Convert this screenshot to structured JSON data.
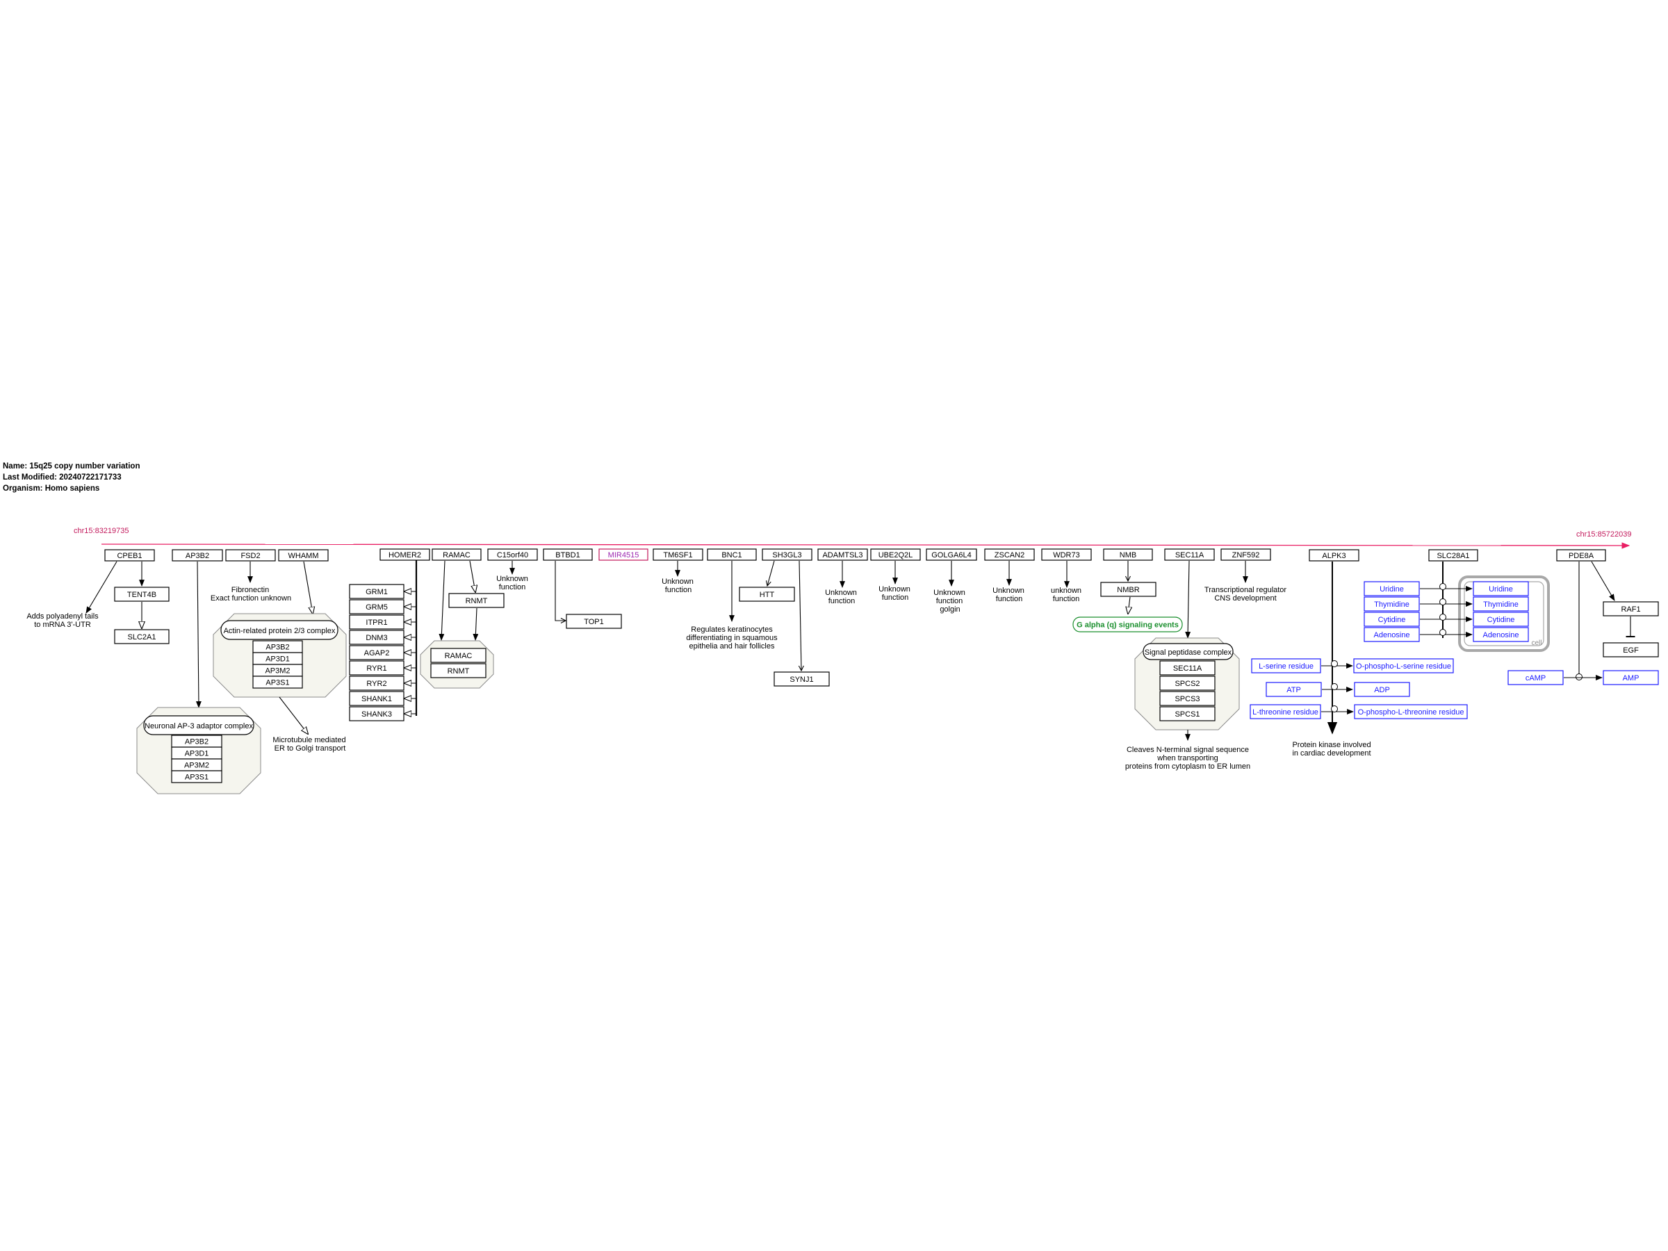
{
  "header": {
    "name_line": "Name: 15q25 copy number variation",
    "modified_line": "Last Modified: 20240722171733",
    "organism_line": "Organism: Homo sapiens"
  },
  "chromosome": {
    "start_label": "chr15:83219735",
    "end_label": "chr15:85722039",
    "color": "#c2185b"
  },
  "colors": {
    "gene_border": "#000000",
    "metabolite": "#1a1aff",
    "mirna": "#9c27b0",
    "pathway": "#1b8f2e",
    "complex_fill": "#f5f5ee",
    "cell_compartment": "#a8a8a8"
  },
  "genes": {
    "cpeb1": "CPEB1",
    "ap3b2": "AP3B2",
    "fsd2": "FSD2",
    "whamm": "WHAMM",
    "homer2": "HOMER2",
    "ramac": "RAMAC",
    "c15orf40": "C15orf40",
    "btbd1": "BTBD1",
    "mir4515": "MIR4515",
    "tm6sf1": "TM6SF1",
    "bnc1": "BNC1",
    "sh3gl3": "SH3GL3",
    "adamtsl3": "ADAMTSL3",
    "ube2q2l": "UBE2Q2L",
    "golga6l4": "GOLGA6L4",
    "zscan2": "ZSCAN2",
    "wdr73": "WDR73",
    "nmb": "NMB",
    "sec11a": "SEC11A",
    "znf592": "ZNF592",
    "alpk3": "ALPK3",
    "slc28a1": "SLC28A1",
    "pde8a": "PDE8A",
    "tent4b": "TENT4B",
    "slc2a1": "SLC2A1",
    "rnmt": "RNMT",
    "top1": "TOP1",
    "htt": "HTT",
    "synj1": "SYNJ1",
    "nmbr": "NMBR",
    "raf1": "RAF1",
    "egf": "EGF"
  },
  "homer2_targets": [
    "GRM1",
    "GRM5",
    "ITPR1",
    "DNM3",
    "AGAP2",
    "RYR1",
    "RYR2",
    "SHANK1",
    "SHANK3"
  ],
  "complexes": {
    "arp23": {
      "label": "Actin-related protein 2/3 complex",
      "members": [
        "AP3B2",
        "AP3D1",
        "AP3M2",
        "AP3S1"
      ]
    },
    "neuronal_ap3": {
      "label": "Neuronal AP-3 adaptor complex",
      "members": [
        "AP3B2",
        "AP3D1",
        "AP3M2",
        "AP3S1"
      ]
    },
    "ramac_rnmt": {
      "members": [
        "RAMAC",
        "RNMT"
      ]
    },
    "signal_peptidase": {
      "label": "Signal peptidase complex",
      "members": [
        "SEC11A",
        "SPCS2",
        "SPCS3",
        "SPCS1"
      ]
    }
  },
  "notes": {
    "cpeb1_1": "Adds polyadenyl tails",
    "cpeb1_2": "to mRNA 3'-UTR",
    "fsd2_1": "Fibronectin",
    "fsd2_2": "Exact function unknown",
    "microtubule_1": "Microtubule mediated",
    "microtubule_2": "ER to Golgi transport",
    "c15_1": "Unknown",
    "c15_2": "function",
    "tm6_1": "Unknown",
    "tm6_2": "function",
    "bnc1_1": "Regulates keratinocytes",
    "bnc1_2": "differentiating in squamous",
    "bnc1_3": "epithelia and hair follicles",
    "adamtsl3_1": "Unknown",
    "adamtsl3_2": "function",
    "ube_1": "Unknown",
    "ube_2": "function",
    "golga_1": "Unknown",
    "golga_2": "function",
    "golga_3": "golgin",
    "zscan_1": "Unknown",
    "zscan_2": "function",
    "wdr_1": "unknown",
    "wdr_2": "function",
    "znf_1": "Transcriptional regulator",
    "znf_2": "CNS development",
    "sec11a_1": "Cleaves N-terminal signal sequence",
    "sec11a_2": "when transporting",
    "sec11a_3": "proteins from cytoplasm to ER lumen",
    "alpk3_1": "Protein kinase involved",
    "alpk3_2": "in cardiac development"
  },
  "pathway": {
    "gq": "G alpha (q) signaling events"
  },
  "metabolites": {
    "slc28a1_left": [
      "Uridine",
      "Thymidine",
      "Cytidine",
      "Adenosine"
    ],
    "slc28a1_right": [
      "Uridine",
      "Thymidine",
      "Cytidine",
      "Adenosine"
    ],
    "alpk3": {
      "serine_in": "L-serine residue",
      "serine_out": "O-phospho-L-serine residue",
      "atp": "ATP",
      "adp": "ADP",
      "threonine_in": "L-threonine residue",
      "threonine_out": "O-phospho-L-threonine residue"
    },
    "camp": "cAMP",
    "amp": "AMP"
  },
  "compartments": {
    "cell": "cell"
  }
}
